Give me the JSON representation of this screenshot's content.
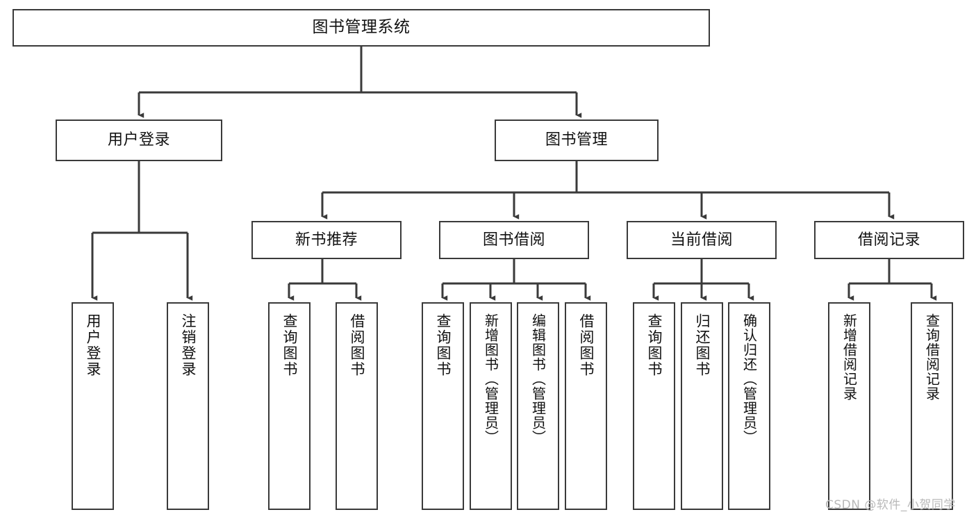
{
  "diagram": {
    "title": "图书管理系统",
    "type": "tree-hierarchy-diagram",
    "background_color": "#ffffff",
    "line_color": "#3a3a3a",
    "text_color": "#111111",
    "root": {
      "label": "图书管理系统"
    },
    "level2": [
      {
        "label": "用户登录"
      },
      {
        "label": "图书管理"
      }
    ],
    "level3": [
      {
        "label": "新书推荐"
      },
      {
        "label": "图书借阅"
      },
      {
        "label": "当前借阅"
      },
      {
        "label": "借阅记录"
      }
    ],
    "leaves": {
      "user_login": [
        {
          "label": "用户登录"
        },
        {
          "label": "注销登录"
        }
      ],
      "new_book_recommend": [
        {
          "label": "查询图书"
        },
        {
          "label": "借阅图书"
        }
      ],
      "book_borrow": [
        {
          "label": "查询图书"
        },
        {
          "label": "新增图书（管理员）"
        },
        {
          "label": "编辑图书（管理员）"
        },
        {
          "label": "借阅图书"
        }
      ],
      "current_borrow": [
        {
          "label": "查询图书"
        },
        {
          "label": "归还图书"
        },
        {
          "label": "确认归还（管理员）"
        }
      ],
      "borrow_record": [
        {
          "label": "新增借阅记录"
        },
        {
          "label": "查询借阅记录"
        }
      ]
    }
  },
  "watermark": {
    "text": "CSDN @软件_小贺同学"
  }
}
